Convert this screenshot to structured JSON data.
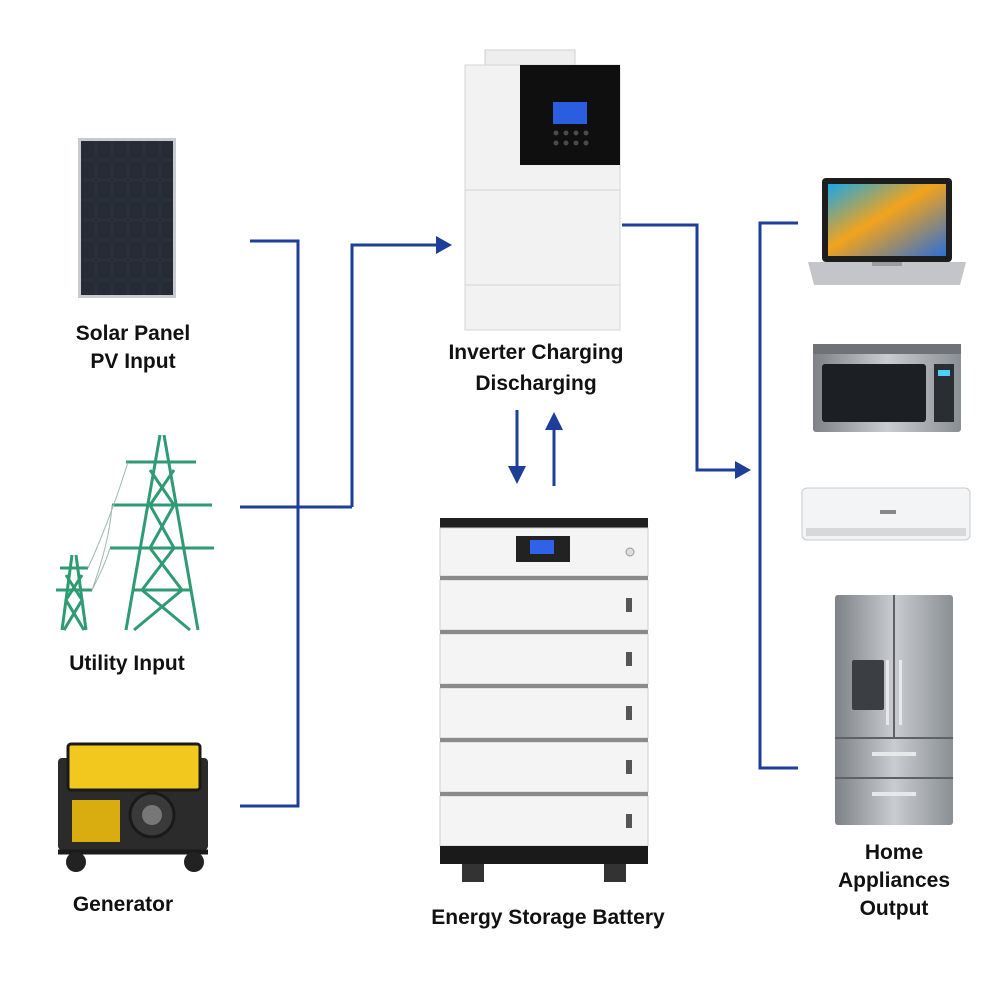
{
  "colors": {
    "flow_line": "#1d3f9a",
    "label_text": "#111111"
  },
  "inputs": {
    "solar": {
      "line1": "Solar Panel",
      "line2": "PV Input",
      "icon": "solar-panel-icon"
    },
    "utility": {
      "label": "Utility Input",
      "icon": "transmission-tower-icon"
    },
    "generator": {
      "label": "Generator",
      "icon": "generator-icon"
    }
  },
  "inverter": {
    "line1": "Inverter Charging",
    "line2": "Discharging",
    "icon": "inverter-icon"
  },
  "battery": {
    "label": "Energy Storage Battery",
    "icon": "battery-stack-icon"
  },
  "outputs": {
    "line1": "Home",
    "line2": "Appliances",
    "line3": "Output",
    "appliances": [
      "laptop-icon",
      "microwave-icon",
      "air-conditioner-icon",
      "refrigerator-icon"
    ]
  }
}
